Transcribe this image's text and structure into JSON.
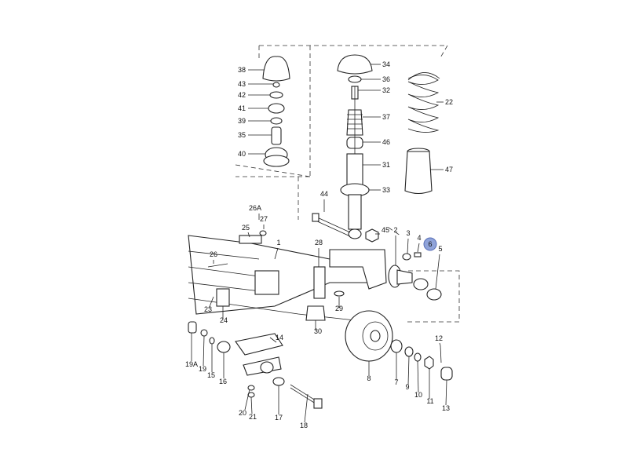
{
  "diagram": {
    "callouts": [
      {
        "key": "p38",
        "label": "38"
      },
      {
        "key": "p43",
        "label": "43"
      },
      {
        "key": "p42",
        "label": "42"
      },
      {
        "key": "p41",
        "label": "41"
      },
      {
        "key": "p39",
        "label": "39"
      },
      {
        "key": "p35",
        "label": "35"
      },
      {
        "key": "p40",
        "label": "40"
      },
      {
        "key": "p34",
        "label": "34"
      },
      {
        "key": "p36",
        "label": "36"
      },
      {
        "key": "p32",
        "label": "32"
      },
      {
        "key": "p37",
        "label": "37"
      },
      {
        "key": "p46",
        "label": "46"
      },
      {
        "key": "p31",
        "label": "31"
      },
      {
        "key": "p33",
        "label": "33"
      },
      {
        "key": "p22",
        "label": "22"
      },
      {
        "key": "p47",
        "label": "47"
      },
      {
        "key": "p44",
        "label": "44"
      },
      {
        "key": "p26A",
        "label": "26A"
      },
      {
        "key": "p27",
        "label": "27"
      },
      {
        "key": "p25",
        "label": "25"
      },
      {
        "key": "p45",
        "label": "45"
      },
      {
        "key": "p2",
        "label": "2"
      },
      {
        "key": "p3",
        "label": "3"
      },
      {
        "key": "p4",
        "label": "4"
      },
      {
        "key": "p6",
        "label": "6",
        "highlighted": true
      },
      {
        "key": "p5",
        "label": "5"
      },
      {
        "key": "p1",
        "label": "1"
      },
      {
        "key": "p28",
        "label": "28"
      },
      {
        "key": "p26",
        "label": "26"
      },
      {
        "key": "p23",
        "label": "23"
      },
      {
        "key": "p24",
        "label": "24"
      },
      {
        "key": "p29",
        "label": "29"
      },
      {
        "key": "p30",
        "label": "30"
      },
      {
        "key": "p14",
        "label": "14"
      },
      {
        "key": "p19A",
        "label": "19A"
      },
      {
        "key": "p19",
        "label": "19"
      },
      {
        "key": "p15",
        "label": "15"
      },
      {
        "key": "p16",
        "label": "16"
      },
      {
        "key": "p8",
        "label": "8"
      },
      {
        "key": "p7",
        "label": "7"
      },
      {
        "key": "p9",
        "label": "9"
      },
      {
        "key": "p10",
        "label": "10"
      },
      {
        "key": "p11",
        "label": "11"
      },
      {
        "key": "p12",
        "label": "12"
      },
      {
        "key": "p13",
        "label": "13"
      },
      {
        "key": "p20",
        "label": "20"
      },
      {
        "key": "p21",
        "label": "21"
      },
      {
        "key": "p17",
        "label": "17"
      },
      {
        "key": "p18",
        "label": "18"
      }
    ],
    "highlight_color": "#8fa3d9"
  }
}
